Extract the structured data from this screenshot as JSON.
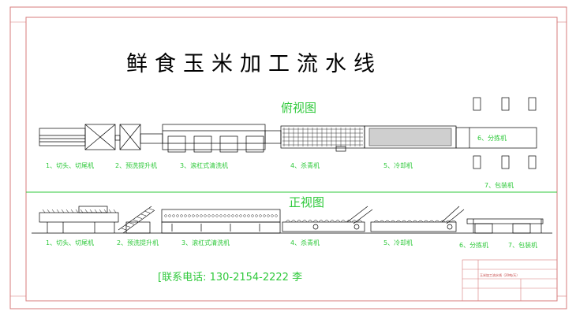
{
  "title": "鲜食玉米加工流水线",
  "views": {
    "top": "俯视图",
    "front": "正视图"
  },
  "top_labels": [
    "1、切头、切尾机",
    "2、预洗提升机",
    "3、滚杠式清洗机",
    "4、杀青机",
    "5、冷却机",
    "6、分拣机",
    "7、包装机"
  ],
  "front_labels": [
    "1、切头、切尾机",
    "2、预洗提升机",
    "3、滚杠式清洗机",
    "4、杀青机",
    "5、冷却机",
    "6、分拣机",
    "7、包装机"
  ],
  "contact": "[联系电话: 130-2154-2222   李",
  "title_block": {
    "name": "玉米加工流水线（20吨/天）"
  },
  "colors": {
    "frame": "#d77b7b",
    "label": "#2fc93b",
    "line": "#000000"
  }
}
